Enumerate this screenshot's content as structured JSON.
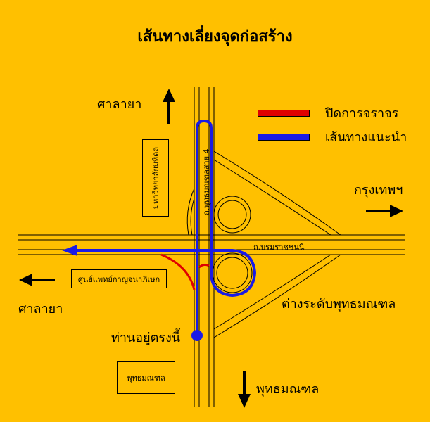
{
  "title": "เส้นทางเลี่ยงจุดก่อสร้าง",
  "legend": {
    "closed": {
      "label": "ปิดการจราจร",
      "color": "#E00000"
    },
    "recommended": {
      "label": "เส้นทางแนะนำ",
      "color": "#1A1AE6"
    }
  },
  "directions": {
    "north": "ศาลายา",
    "east": "กรุงเทพฯ",
    "west": "ศาลายา",
    "south": "พุทธมณฑล"
  },
  "roads": {
    "horizontal": "ถ.บรมราชชนนี",
    "vertical": "ถ.พุทธมณฑลสาย 4"
  },
  "places": {
    "university": "มหาวิทยาลัยมหิดล",
    "medical_center": "ศูนย์แพทย์กาญจนาภิเษก",
    "buddhamonthon": "พุทธมณฑล"
  },
  "interchange_label": "ต่างระดับพุทธมณฑล",
  "you_are_here": "ท่านอยู่ตรงนี้",
  "icons": [
    "arrow-up-icon",
    "arrow-right-icon",
    "arrow-left-icon",
    "arrow-down-icon",
    "you-are-here-dot-icon"
  ]
}
